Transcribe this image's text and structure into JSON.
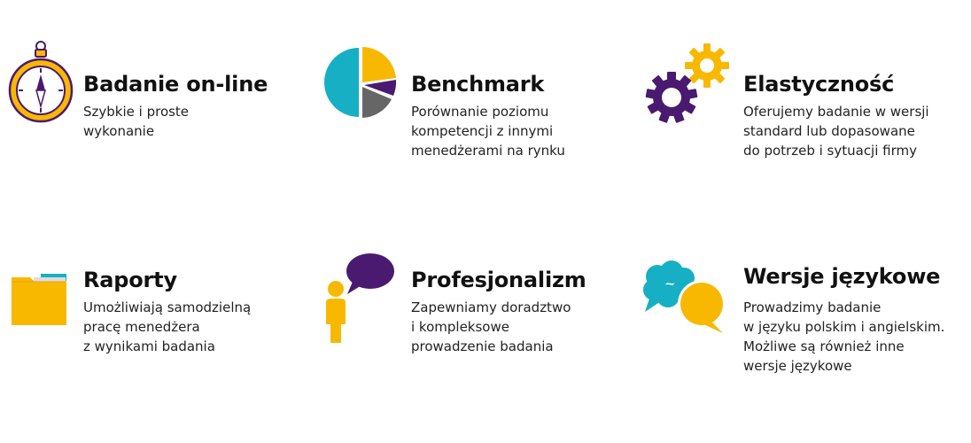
{
  "colors": {
    "yellow": "#F9B800",
    "purple": "#4A1A70",
    "teal": "#17AFC3",
    "gray": "#666666",
    "text": "#111111"
  },
  "features": [
    {
      "icon": "compass-icon",
      "title": "Badanie on-line",
      "lines": [
        "Szybkie i proste",
        "wykonanie"
      ]
    },
    {
      "icon": "pie-chart-icon",
      "title": "Benchmark",
      "lines": [
        "Porównanie poziomu",
        "kompetencji z innymi",
        "menedżerami na rynku"
      ]
    },
    {
      "icon": "gears-icon",
      "title": "Elastyczność",
      "lines": [
        "Oferujemy badanie w wersji",
        "standard lub  dopasowane",
        "do potrzeb i sytuacji firmy"
      ]
    },
    {
      "icon": "folder-icon",
      "title": "Raporty",
      "lines": [
        "Umożliwiają samodzielną",
        "pracę menedżera",
        "z wynikami badania"
      ]
    },
    {
      "icon": "speaking-person-icon",
      "title": "Profesjonalizm",
      "lines": [
        "Zapewniamy doradztwo",
        "i kompleksowe",
        "prowadzenie badania"
      ]
    },
    {
      "icon": "speech-bubbles-icon",
      "title": "Wersje językowe",
      "lines": [
        "Prowadzimy badanie",
        "w języku polskim i angielskim.",
        "Możliwe są również inne",
        "wersje językowe"
      ]
    }
  ]
}
